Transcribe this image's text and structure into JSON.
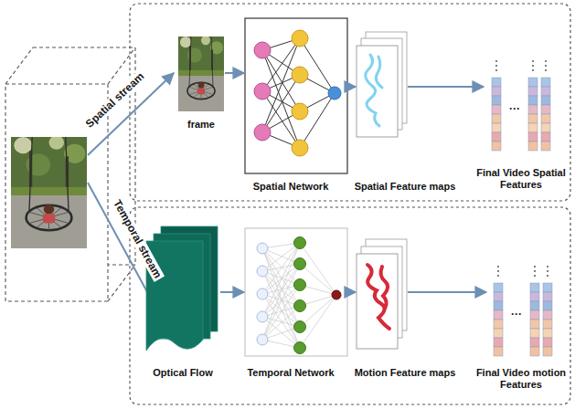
{
  "diagram": {
    "nodes": [
      {
        "text": [
          "frame"
        ]
      },
      {
        "text": [
          "Spatial Network"
        ]
      },
      {
        "text": [
          "Spatial Feature maps"
        ]
      },
      {
        "text": [
          "Final Video Spatial Features"
        ]
      },
      {
        "text": [
          "Optical Flow"
        ]
      },
      {
        "text": [
          "Temporal Network"
        ]
      },
      {
        "text": [
          "Motion Feature maps"
        ]
      },
      {
        "text": [
          "Final Video motion Features"
        ]
      }
    ],
    "edges": [
      {
        "from": 0,
        "to": 1,
        "arrow": "to"
      },
      {
        "from": 1,
        "to": 2,
        "arrow": "to"
      },
      {
        "from": 2,
        "to": 3,
        "arrow": "to"
      },
      {
        "from": 4,
        "to": 5,
        "arrow": "to"
      },
      {
        "from": 5,
        "to": 6,
        "arrow": "to"
      },
      {
        "from": 6,
        "to": 7,
        "arrow": "to"
      }
    ],
    "labels": [
      "Spatial stream",
      "Temporal stream",
      "···",
      "···"
    ]
  }
}
